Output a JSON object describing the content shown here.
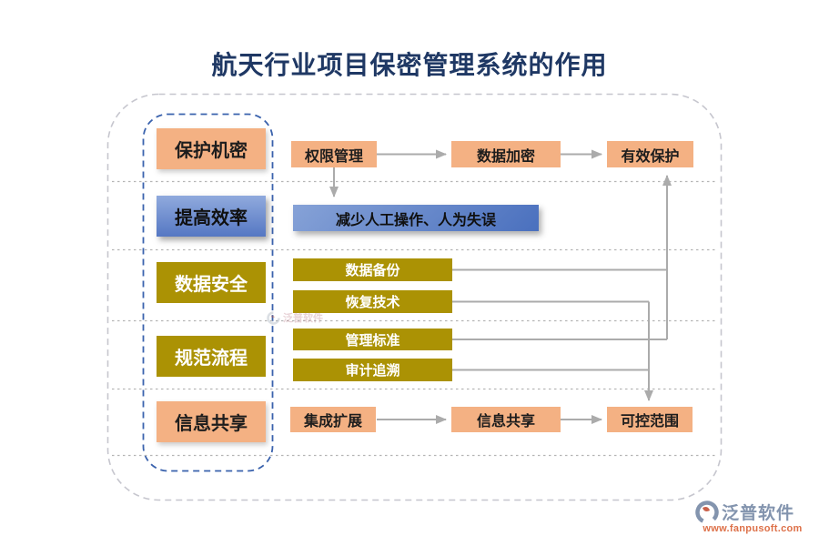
{
  "title": "航天行业项目保密管理系统的作用",
  "left_column": [
    "保护机密",
    "提高效率",
    "数据安全",
    "规范流程",
    "信息共享"
  ],
  "flow": {
    "row1": [
      "权限管理",
      "数据加密",
      "有效保护"
    ],
    "row2": "减少人工操作、人为失误",
    "row3": [
      "数据备份",
      "恢复技术"
    ],
    "row4": [
      "管理标准",
      "审计追溯"
    ],
    "row5": [
      "集成扩展",
      "信息共享",
      "可控范围"
    ]
  },
  "watermark": {
    "text": "泛普软件"
  },
  "footer_logo": {
    "icon": "fanpu-logo-icon",
    "name": "泛普软件",
    "url": "www.fanpusoft.com"
  },
  "colors": {
    "title": "#1F3864",
    "orange_box": "#F4B183",
    "gold_box": "#AB9204",
    "blue_gradient_top": "#8FA9DC",
    "blue_gradient_bottom": "#5374C0",
    "connector": "#ABABAB",
    "inner_border": "#3A62AD",
    "outer_border": "#C6C6CE"
  }
}
